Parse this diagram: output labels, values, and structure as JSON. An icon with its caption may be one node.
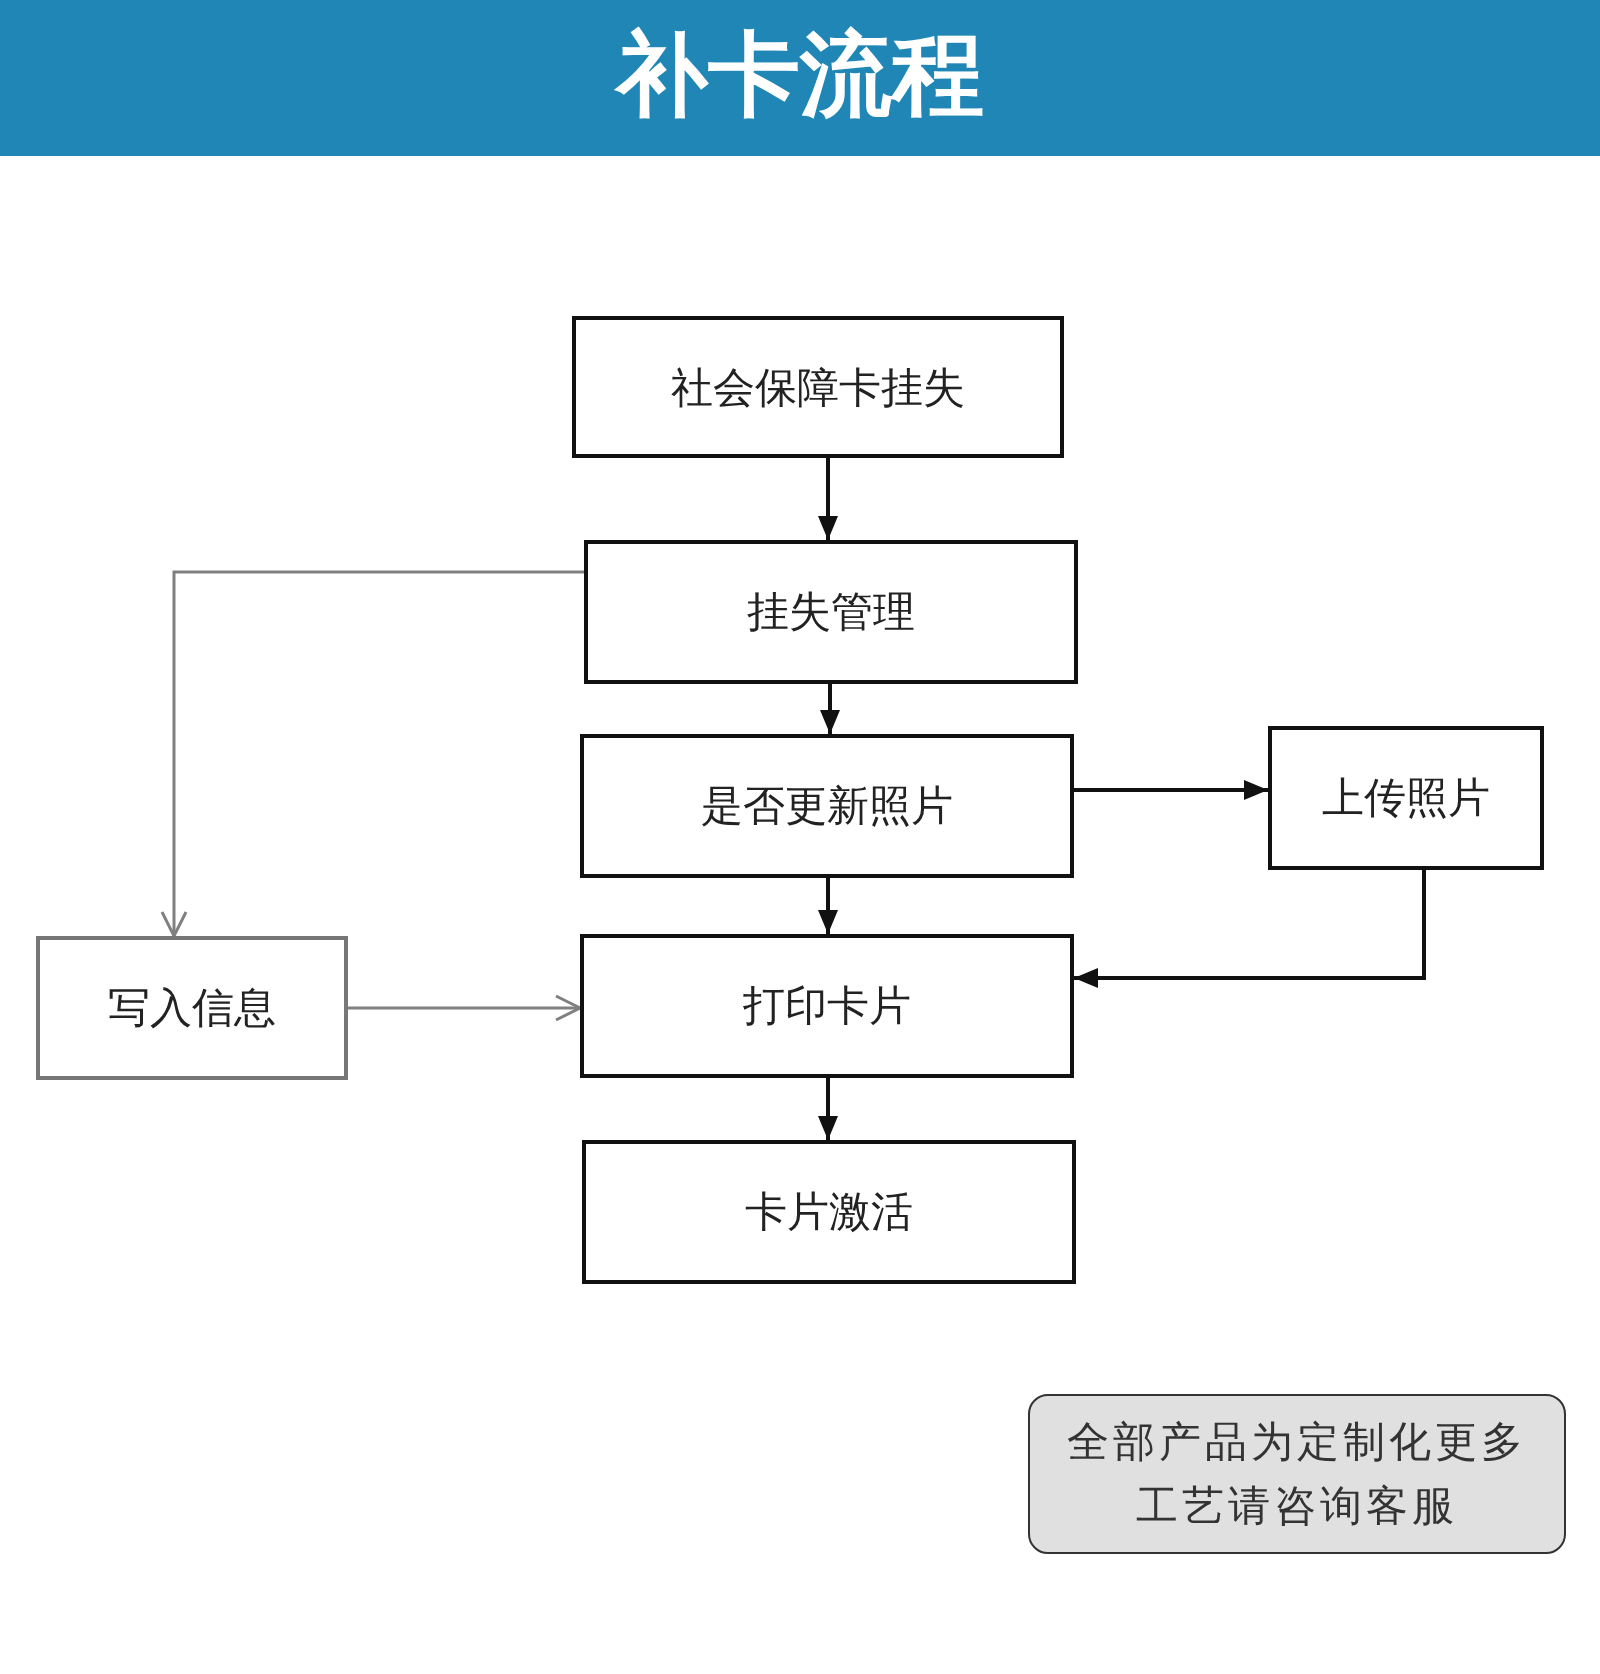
{
  "diagram": {
    "title": "补卡流程",
    "nodes": [
      {
        "text": [
          "社会保障卡挂失"
        ]
      },
      {
        "text": [
          "挂失管理"
        ]
      },
      {
        "text": [
          "是否更新照片"
        ]
      },
      {
        "text": [
          "上传照片"
        ]
      },
      {
        "text": [
          "写入信息"
        ]
      },
      {
        "text": [
          "打印卡片"
        ]
      },
      {
        "text": [
          "卡片激活"
        ]
      },
      {
        "text": [
          "全部产品为定制化更多工艺请咨询客服"
        ]
      }
    ],
    "edges": [
      {
        "from": 0,
        "to": 1,
        "arrow": "to"
      },
      {
        "from": 1,
        "to": 2,
        "arrow": "to"
      },
      {
        "from": 2,
        "to": 3,
        "arrow": "to"
      },
      {
        "from": 3,
        "to": 5,
        "arrow": "to"
      },
      {
        "from": 2,
        "to": 5,
        "arrow": "to"
      },
      {
        "from": 1,
        "to": 4,
        "arrow": "to",
        "color": "#808080"
      },
      {
        "from": 4,
        "to": 5,
        "arrow": "to",
        "color": "#808080"
      },
      {
        "from": 5,
        "to": 6,
        "arrow": "to"
      }
    ]
  }
}
